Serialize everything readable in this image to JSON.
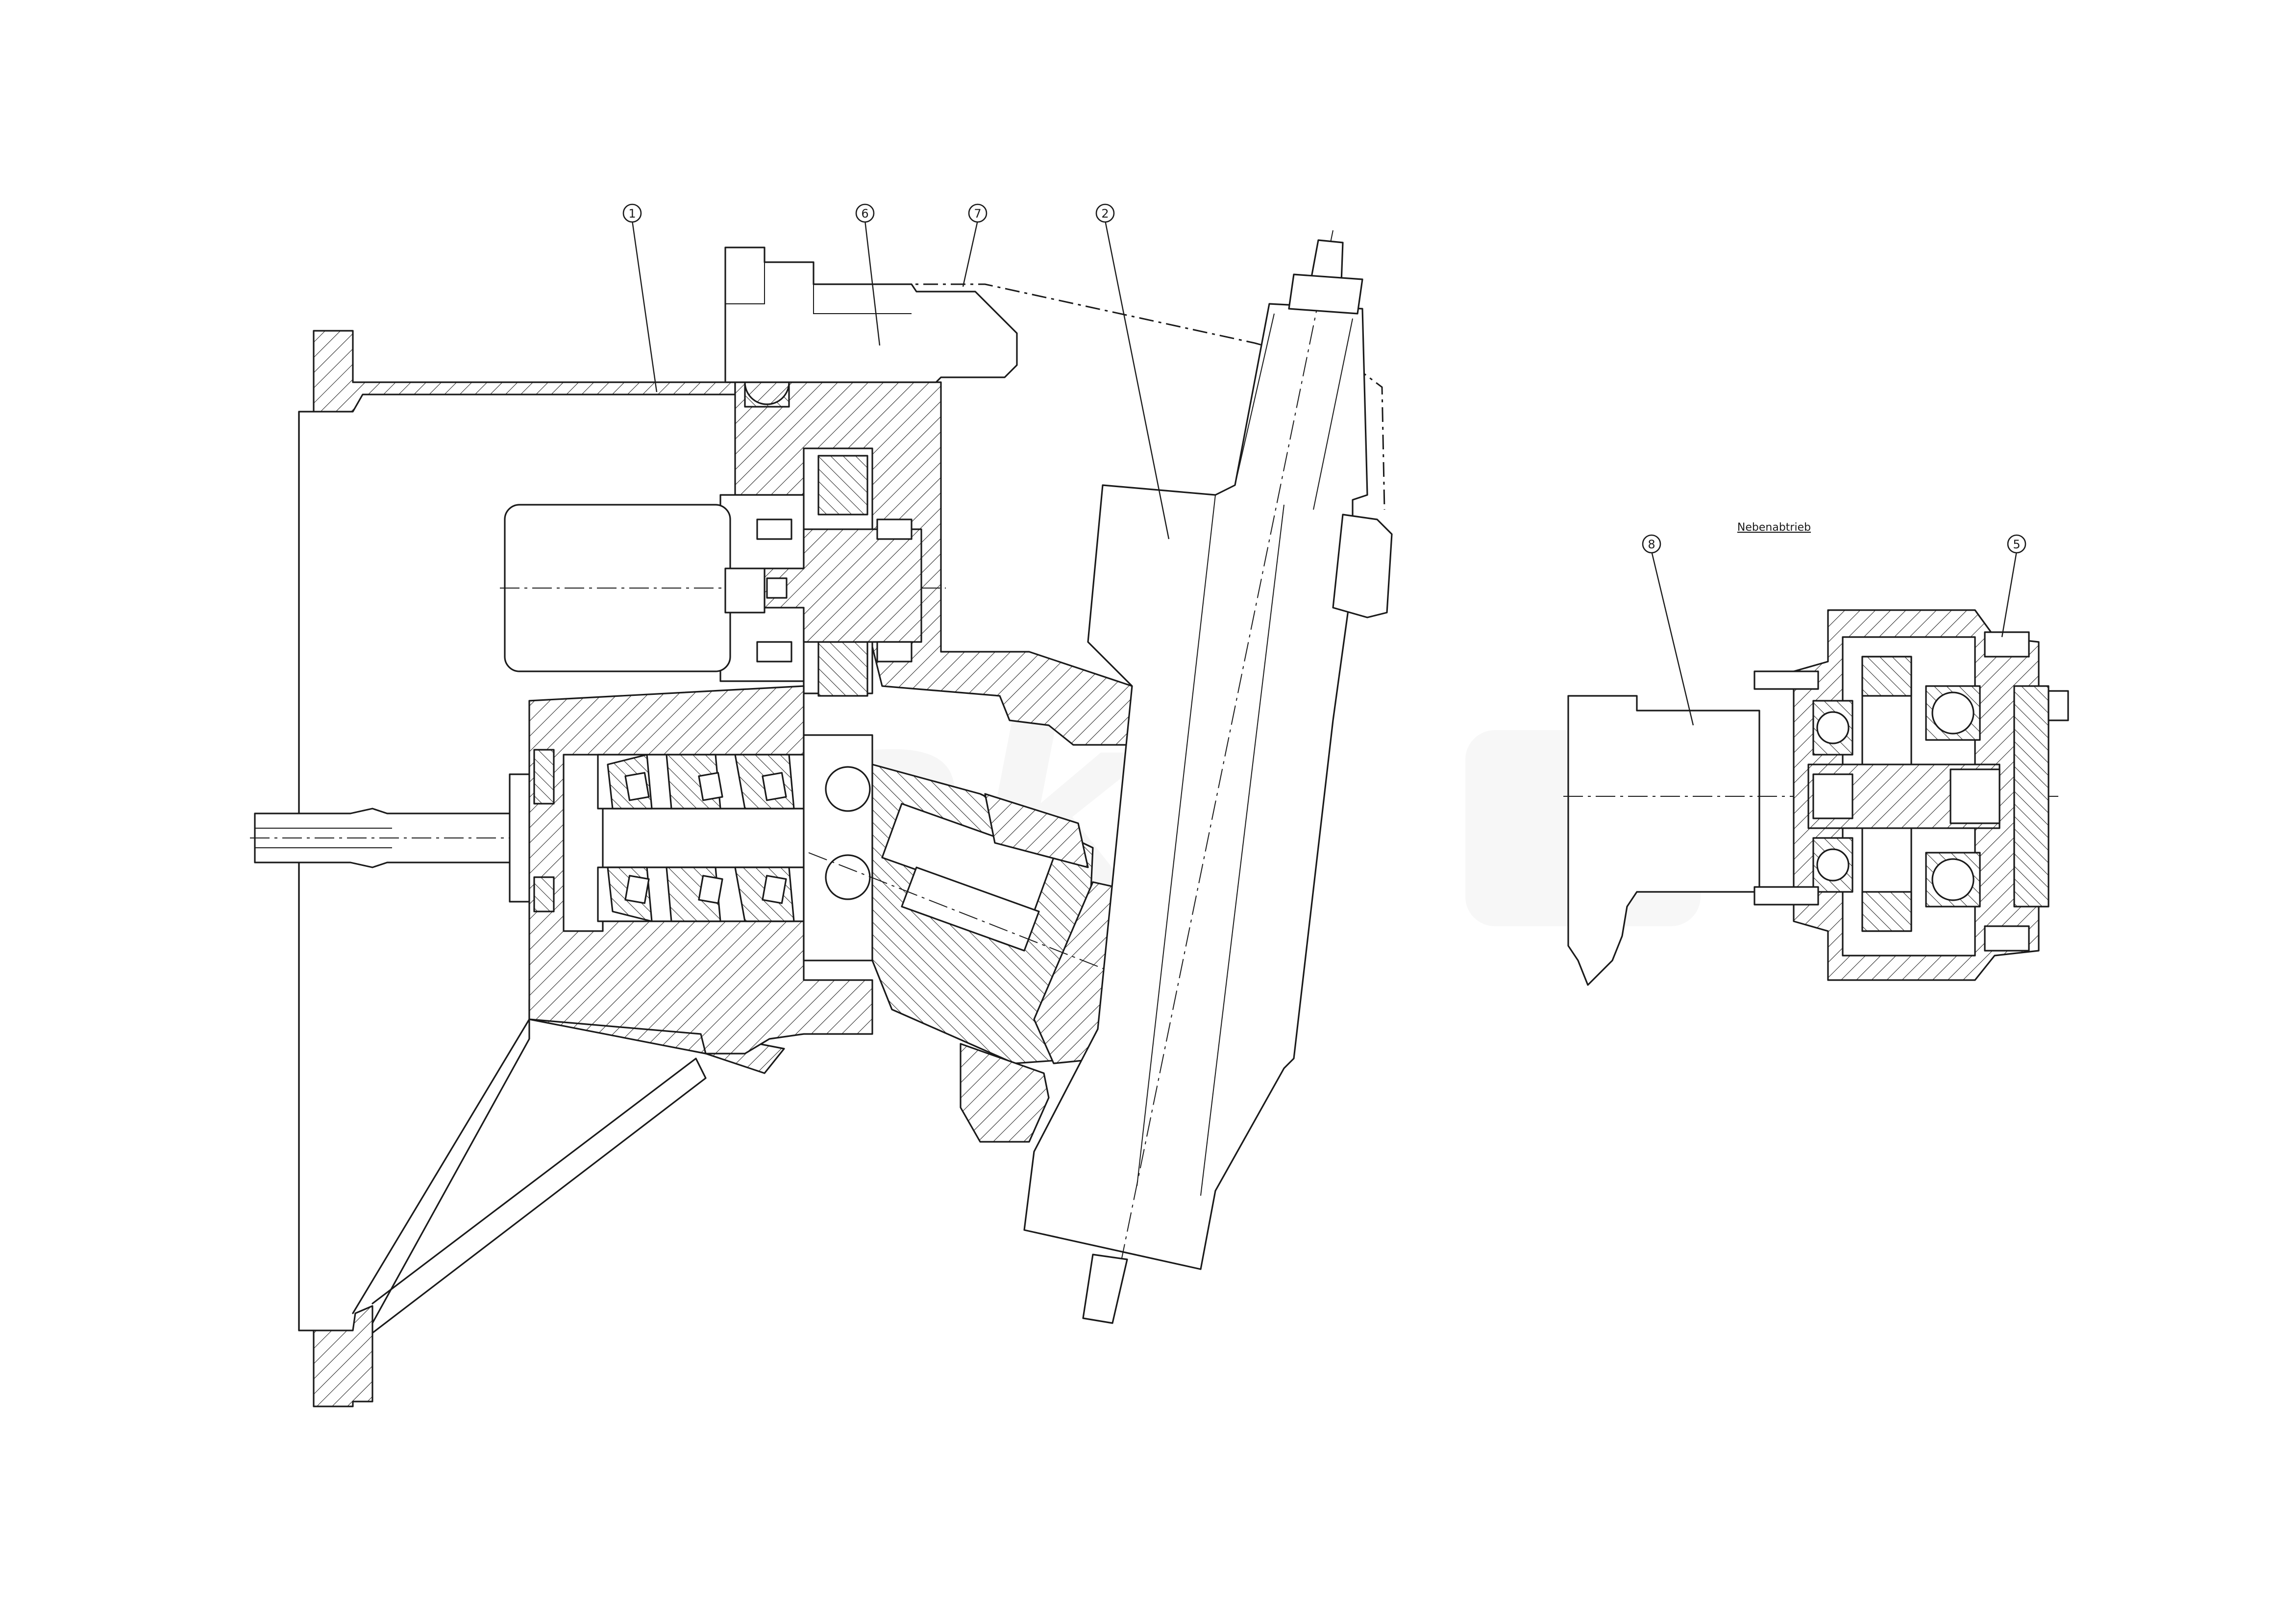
{
  "drawing": {
    "callouts": [
      {
        "id": "c1",
        "label": "1"
      },
      {
        "id": "c6",
        "label": "6"
      },
      {
        "id": "c7",
        "label": "7"
      },
      {
        "id": "c2",
        "label": "2"
      },
      {
        "id": "c8",
        "label": "8"
      },
      {
        "id": "c5",
        "label": "5"
      }
    ],
    "auxiliary_drive_title": "Nebenabtrieb",
    "watermark": "hako"
  }
}
